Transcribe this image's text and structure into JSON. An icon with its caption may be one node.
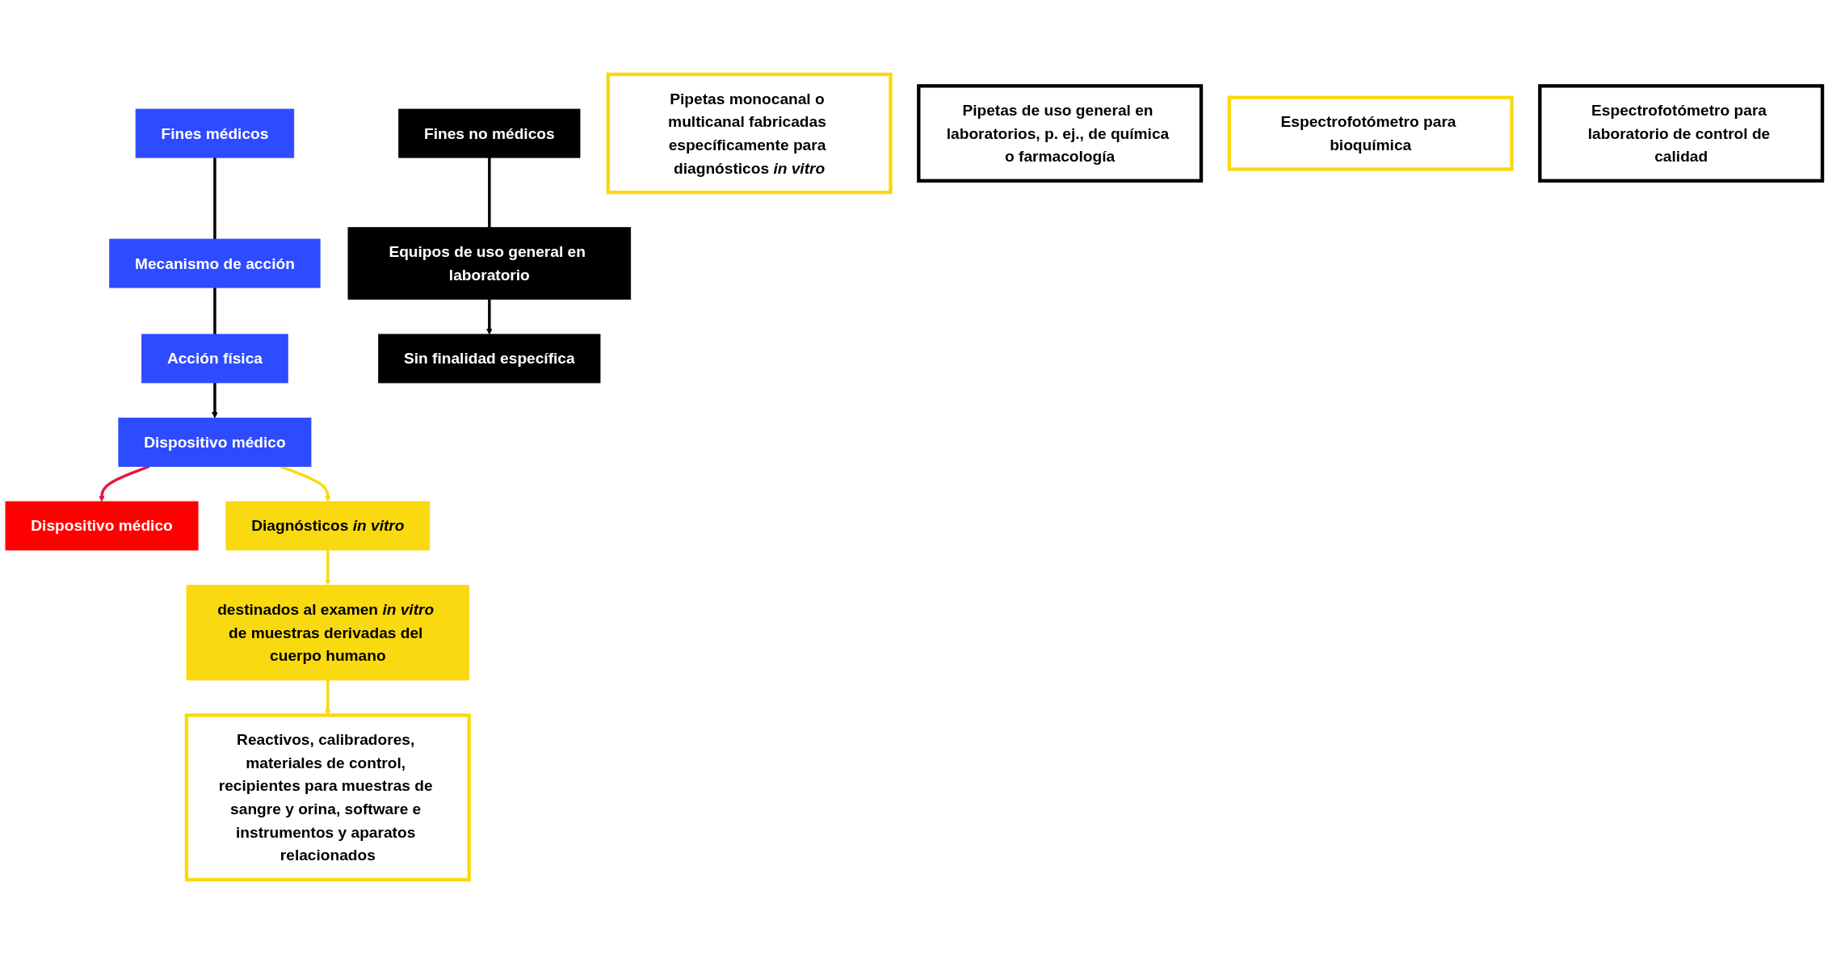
{
  "diagram": {
    "nodes": [
      {
        "text": [
          "Fines médicos"
        ]
      },
      {
        "text": [
          "Fines no médicos"
        ]
      },
      {
        "text": [
          "Mecanismo de acción"
        ]
      },
      {
        "text": [
          "Acción física"
        ]
      },
      {
        "text": [
          "Dispositivo médico"
        ]
      },
      {
        "text": [
          "Dispositivo médico"
        ]
      },
      {
        "text": [
          "Diagnósticos *in vitro*"
        ]
      },
      {
        "text": [
          "Equipos de uso general en laboratorio"
        ]
      },
      {
        "text": [
          "destinados al examen *in vitro* de muestras derivadas del cuerpo humano"
        ]
      },
      {
        "text": [
          "Sin finalidad específica"
        ]
      },
      {
        "text": [
          "Reactivos, calibradores, materiales de control, recipientes para muestras de sangre y orina, software e instrumentos y aparatos relacionados"
        ]
      },
      {
        "text": [
          "Pipetas monocanal o multicanal fabricadas específicamente para diagnósticos *in vitro*"
        ]
      },
      {
        "text": [
          "Pipetas de uso general en laboratorios, p. ej., de química o farmacología"
        ]
      },
      {
        "text": [
          "Espectrofotómetro para bioquímica"
        ]
      },
      {
        "text": [
          "Espectrofotómetro para laboratorio de control de calidad"
        ]
      }
    ],
    "edges": [
      {
        "from": 0,
        "to": 2,
        "arrow": "none"
      },
      {
        "from": 2,
        "to": 3,
        "arrow": "none"
      },
      {
        "from": 3,
        "to": 4,
        "arrow": "to"
      },
      {
        "from": 4,
        "to": 5,
        "arrow": "to",
        "color": "#e8173c"
      },
      {
        "from": 4,
        "to": 6,
        "arrow": "to",
        "color": "#f9d90f"
      },
      {
        "from": 6,
        "to": 8,
        "arrow": "to",
        "color": "#f9d90f"
      },
      {
        "from": 8,
        "to": 10,
        "arrow": "to",
        "color": "#f9d90f"
      },
      {
        "from": 1,
        "to": 7,
        "arrow": "none"
      },
      {
        "from": 7,
        "to": 9,
        "arrow": "to"
      }
    ]
  }
}
